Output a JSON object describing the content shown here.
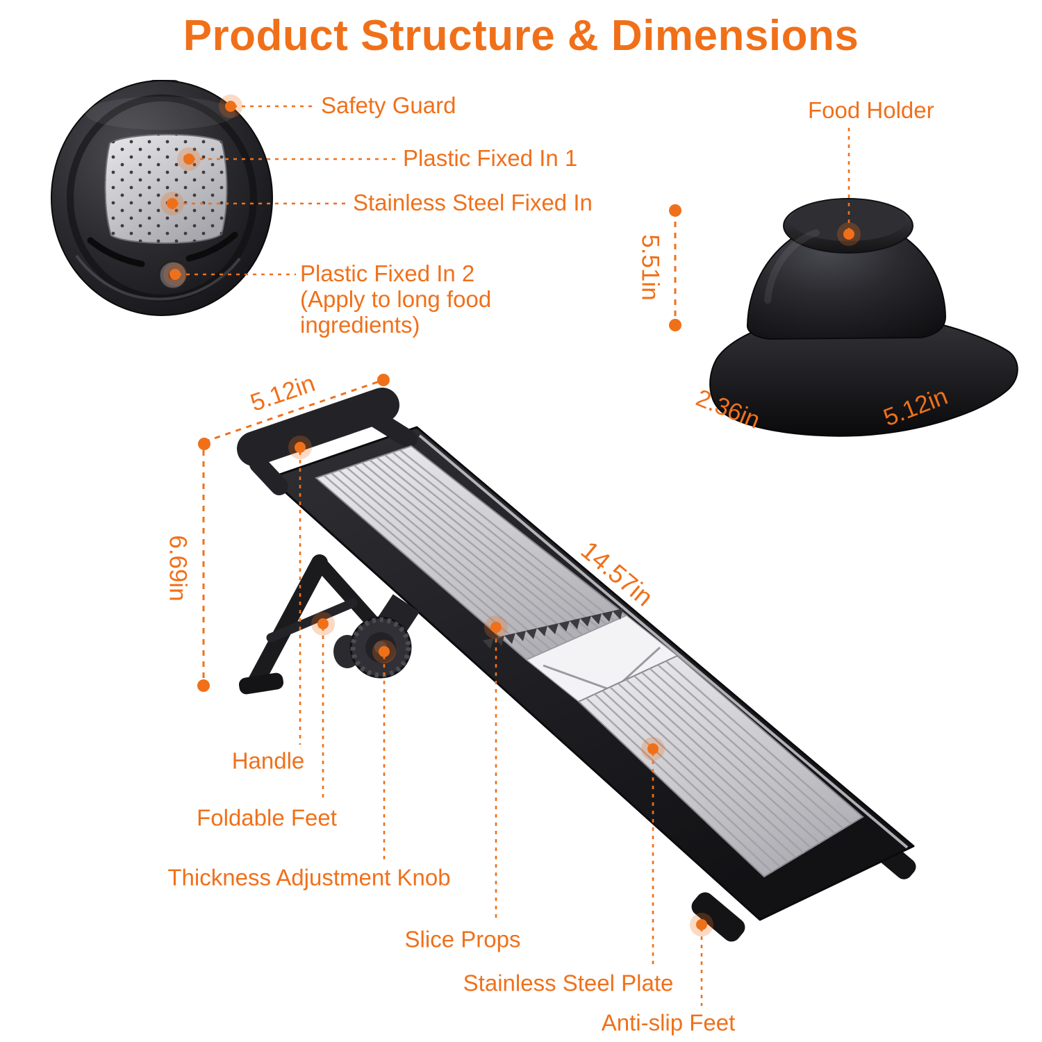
{
  "title": "Product Structure & Dimensions",
  "accent": "#F0701A",
  "safety_guard": {
    "label": "Safety Guard",
    "plastic_fixed_1": "Plastic Fixed In 1",
    "stainless_fixed": "Stainless Steel Fixed In",
    "plastic_fixed_2": "Plastic Fixed In 2",
    "plastic_fixed_2_note1": "(Apply to long food",
    "plastic_fixed_2_note2": "ingredients)"
  },
  "food_holder": {
    "label": "Food Holder",
    "height": "5.51in",
    "depth": "2.36in",
    "width": "5.12in"
  },
  "slicer": {
    "width": "5.12in",
    "height": "6.69in",
    "length": "14.57in",
    "handle": "Handle",
    "foldable_feet": "Foldable Feet",
    "thickness_knob": "Thickness Adjustment Knob",
    "slice_props": "Slice Props",
    "stainless_plate": "Stainless Steel Plate",
    "anti_slip_feet": "Anti-slip Feet"
  }
}
